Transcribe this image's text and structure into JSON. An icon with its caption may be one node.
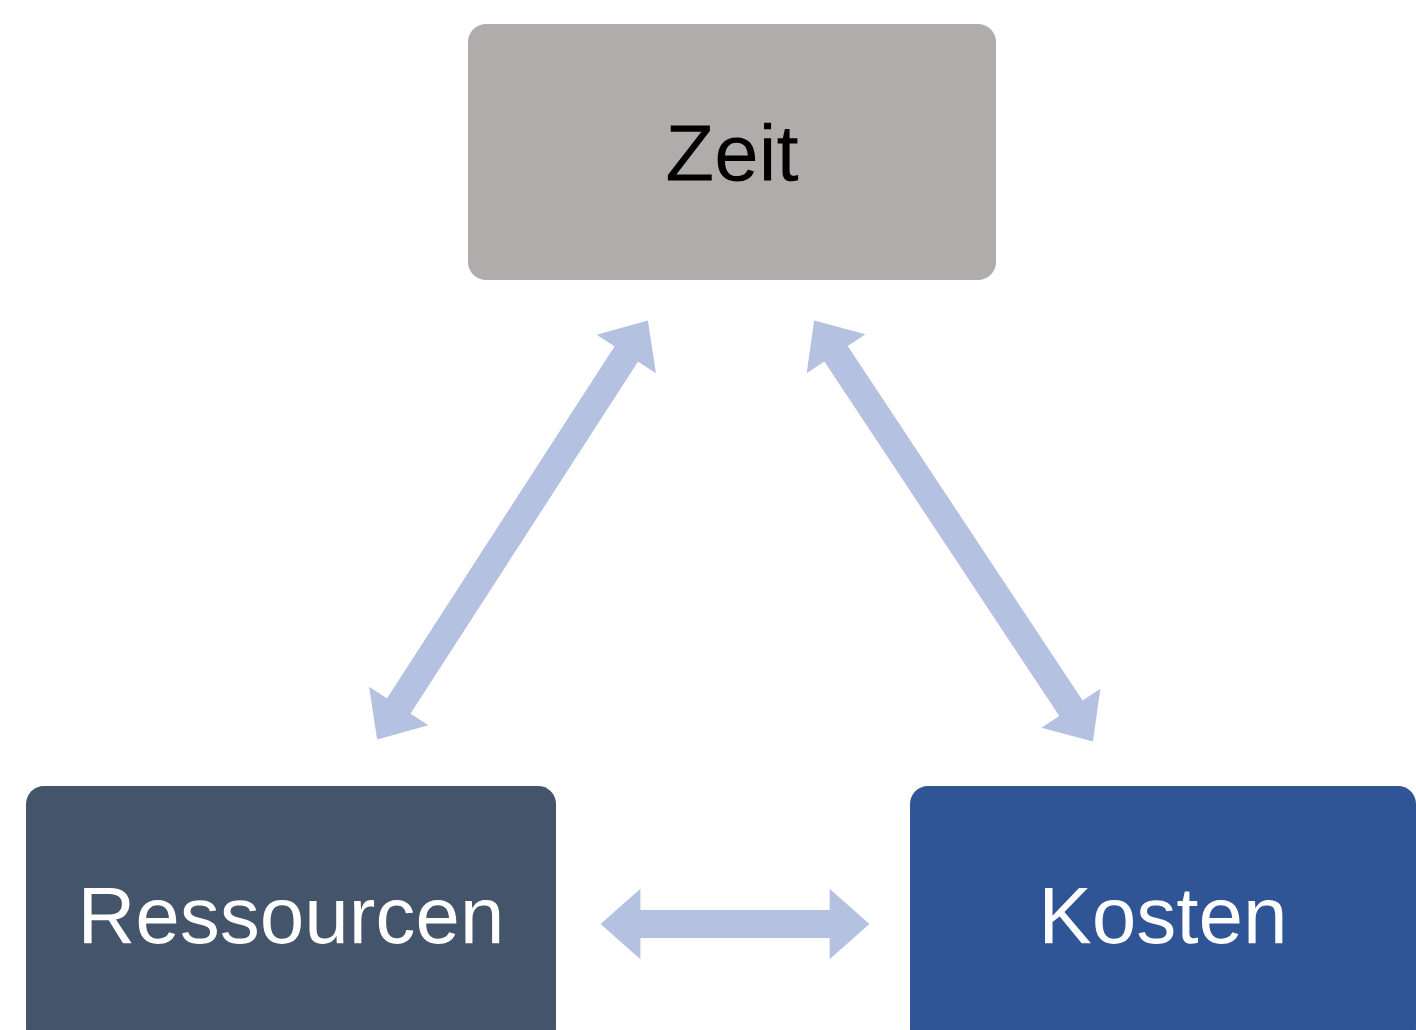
{
  "diagram": {
    "nodes": [
      {
        "text": [
          "Zeit"
        ]
      },
      {
        "text": [
          "Kosten"
        ]
      },
      {
        "text": [
          "Ressourcen"
        ]
      }
    ],
    "edges": [
      {
        "from": 2,
        "to": 0,
        "arrow": "both"
      },
      {
        "from": 0,
        "to": 1,
        "arrow": "both"
      },
      {
        "from": 2,
        "to": 1,
        "arrow": "both"
      }
    ]
  }
}
